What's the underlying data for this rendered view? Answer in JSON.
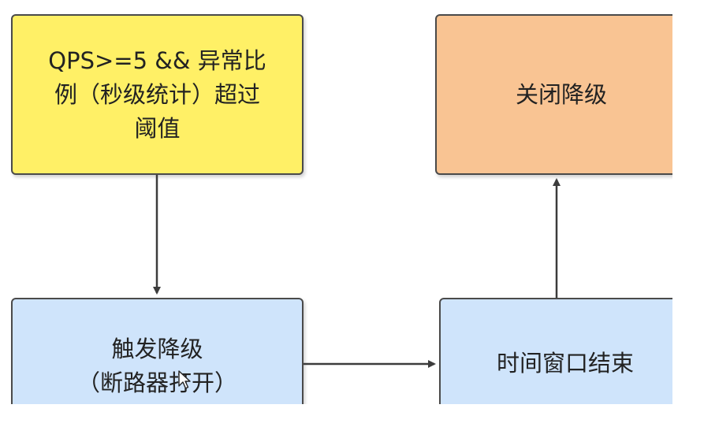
{
  "diagram": {
    "nodes": {
      "condition": {
        "label": "QPS>=5 && 异常比\n例（秒级统计）超过\n阈值"
      },
      "close_degrade": {
        "label": "关闭降级"
      },
      "trigger_degrade": {
        "label": "触发降级\n（断路器打开）"
      },
      "window_end": {
        "label": "时间窗口结束"
      }
    },
    "edges": [
      {
        "from": "condition",
        "to": "trigger_degrade"
      },
      {
        "from": "trigger_degrade",
        "to": "window_end"
      },
      {
        "from": "window_end",
        "to": "close_degrade"
      }
    ],
    "colors": {
      "condition": "#fff066",
      "close_degrade": "#f9c493",
      "trigger_degrade": "#cfe4fb",
      "window_end": "#cfe4fb",
      "stroke": "#4a4a4a"
    },
    "icons": {
      "cursor": "mouse-pointer-icon"
    }
  }
}
